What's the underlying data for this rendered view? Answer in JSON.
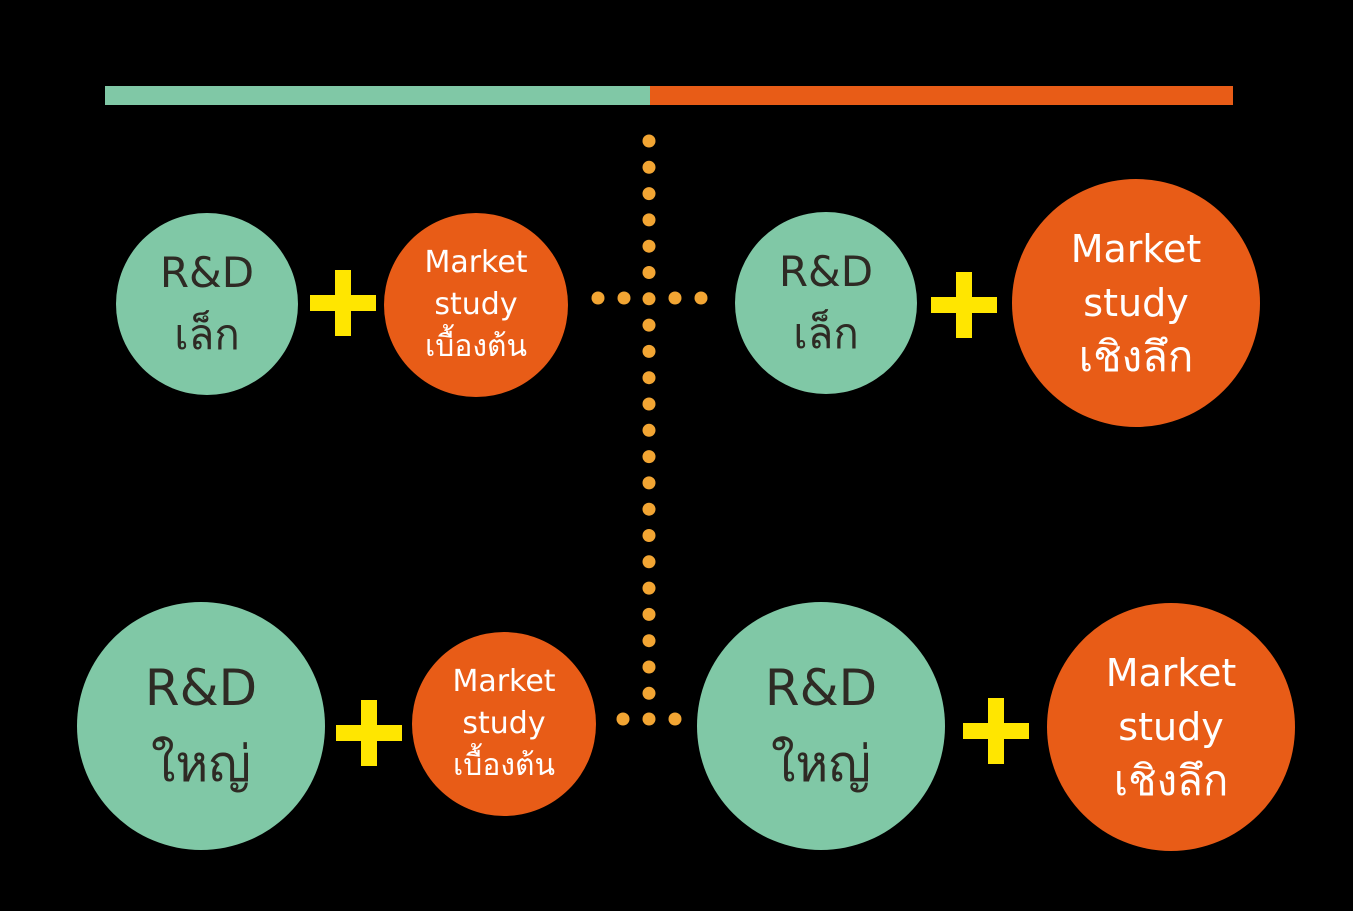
{
  "colors": {
    "background": "#000000",
    "teal": "#80c8a6",
    "orange": "#e85c17",
    "plus": "#ffe600",
    "dots": "#f2a533",
    "dark_text": "#2e2a24",
    "light_text": "#ffffff"
  },
  "top_bar": {
    "left_color": "teal",
    "right_color": "orange"
  },
  "icons": {
    "plus": "plus-icon"
  },
  "quadrants": {
    "top_left": {
      "rd": {
        "line1": "R&D",
        "line2": "เล็ก"
      },
      "market": {
        "line1": "Market",
        "line2": "study",
        "line3": "เบื้องต้น"
      }
    },
    "top_right": {
      "rd": {
        "line1": "R&D",
        "line2": "เล็ก"
      },
      "market": {
        "line1": "Market",
        "line2": "study",
        "line3": "เชิงลึก"
      }
    },
    "bottom_left": {
      "rd": {
        "line1": "R&D",
        "line2": "ใหญ่"
      },
      "market": {
        "line1": "Market",
        "line2": "study",
        "line3": "เบื้องต้น"
      }
    },
    "bottom_right": {
      "rd": {
        "line1": "R&D",
        "line2": "ใหญ่"
      },
      "market": {
        "line1": "Market",
        "line2": "study",
        "line3": "เชิงลึก"
      }
    }
  }
}
